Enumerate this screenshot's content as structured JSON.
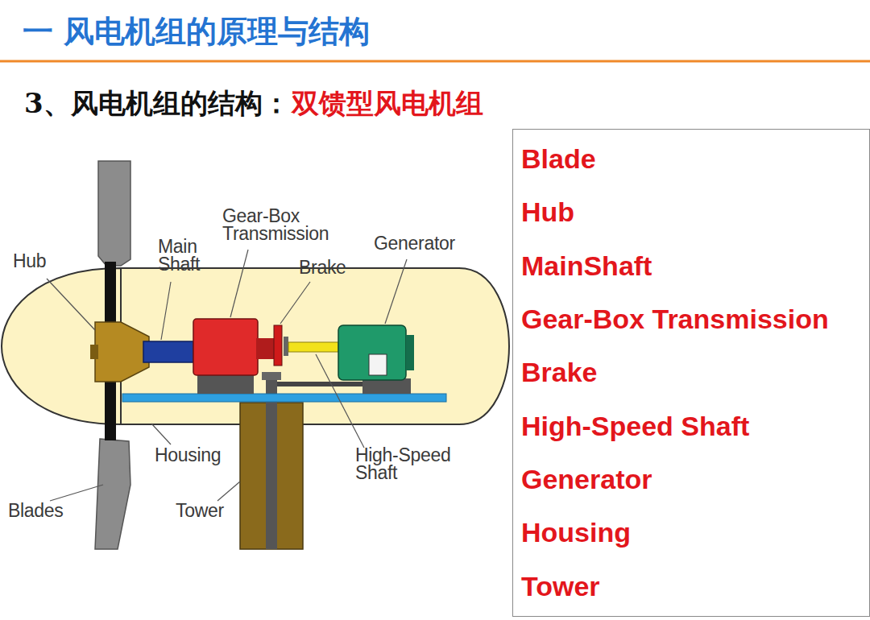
{
  "diagram": {
    "title": "一 风电机组的原理与结构",
    "nodes": [
      {
        "text": [
          "Blade",
          "Hub",
          "MainShaft",
          "Gear-Box Transmission",
          "Brake",
          "High-Speed Shaft",
          "Generator",
          "Housing",
          "Tower"
        ]
      }
    ],
    "labels": [
      "3、风电机组的结构：",
      "双馈型风电机组",
      "Hub",
      "Main Shaft",
      "Gear-Box Transmission",
      "Brake",
      "Generator",
      "Housing",
      "High-Speed Shaft",
      "Blades",
      "Tower"
    ]
  }
}
